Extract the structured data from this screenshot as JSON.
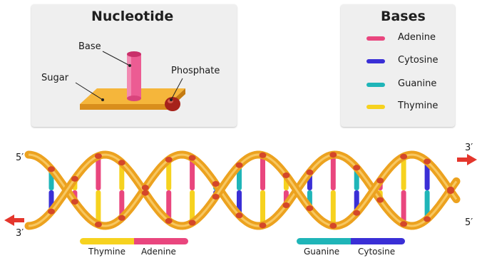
{
  "nucleotide": {
    "title": "Nucleotide",
    "labels": {
      "base": "Base",
      "sugar": "Sugar",
      "phosphate": "Phosphate"
    }
  },
  "bases": {
    "title": "Bases",
    "items": [
      {
        "label": "Adenine",
        "color": "#e9467e"
      },
      {
        "label": "Cytosine",
        "color": "#3a2fd6"
      },
      {
        "label": "Guanine",
        "color": "#1fb5b8"
      },
      {
        "label": "Thymine",
        "color": "#f6d21f"
      }
    ]
  },
  "helix": {
    "ends": {
      "top_left": "5′",
      "top_right": "3′",
      "bottom_left": "3′",
      "bottom_right": "5′"
    },
    "backbone_color": "#eca21f",
    "phosphate_color": "#d4472a",
    "arrow_color": "#e4362c",
    "rungs": [
      [
        "G",
        "C"
      ],
      [
        "A",
        "T"
      ],
      [
        "T",
        "A"
      ],
      [
        "A",
        "T"
      ],
      [
        "G",
        "C"
      ],
      [
        "T",
        "A"
      ],
      [
        "A",
        "T"
      ],
      [
        "G",
        "C"
      ],
      [
        "C",
        "G"
      ],
      [
        "T",
        "A"
      ],
      [
        "A",
        "T"
      ],
      [
        "C",
        "G"
      ],
      [
        "A",
        "T"
      ],
      [
        "G",
        "C"
      ],
      [
        "T",
        "A"
      ],
      [
        "A",
        "T"
      ],
      [
        "G",
        "C"
      ],
      [
        "C",
        "G"
      ]
    ]
  },
  "pairs": [
    {
      "left": "Thymine",
      "right": "Adenine",
      "left_color": "#f6d21f",
      "right_color": "#e9467e"
    },
    {
      "left": "Guanine",
      "right": "Cytosine",
      "left_color": "#1fb5b8",
      "right_color": "#3a2fd6"
    }
  ]
}
